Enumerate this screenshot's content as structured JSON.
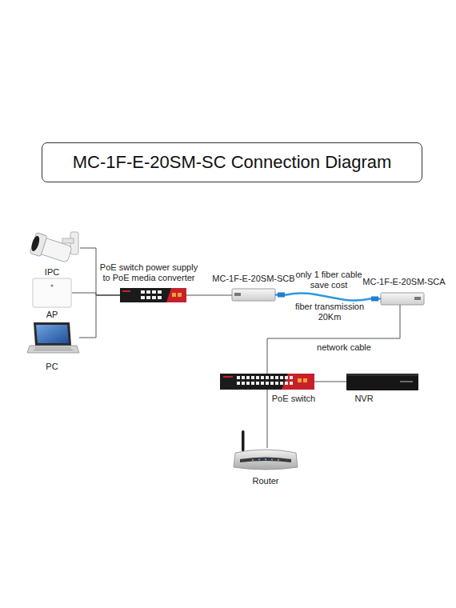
{
  "diagram": {
    "title": "MC-1F-E-20SM-SC Connection Diagram",
    "nodes": [
      {
        "text": [
          "IPC"
        ]
      },
      {
        "text": [
          "AP"
        ]
      },
      {
        "text": [
          "PC"
        ]
      },
      {
        "text": [
          "PoE switch power supply to PoE media converter"
        ]
      },
      {
        "text": [
          "MC-1F-E-20SM-SCB"
        ]
      },
      {
        "text": [
          "MC-1F-E-20SM-SCA"
        ]
      },
      {
        "text": [
          "PoE switch"
        ]
      },
      {
        "text": [
          "NVR"
        ]
      },
      {
        "text": [
          "Router"
        ]
      }
    ],
    "edges": [
      {
        "from": 0,
        "to": 3,
        "arrow": "none"
      },
      {
        "from": 1,
        "to": 3,
        "arrow": "none"
      },
      {
        "from": 2,
        "to": 3,
        "arrow": "none"
      },
      {
        "from": 3,
        "to": 4,
        "arrow": "none"
      },
      {
        "from": 4,
        "to": 5,
        "label": "only 1 fiber cable save cost",
        "arrow": "none"
      },
      {
        "from": 5,
        "to": 6,
        "label": "network cable",
        "arrow": "none"
      },
      {
        "from": 6,
        "to": 7,
        "arrow": "none"
      },
      {
        "from": 6,
        "to": 8,
        "arrow": "none"
      }
    ],
    "labels": [
      "fiber transmission 20Km"
    ]
  }
}
